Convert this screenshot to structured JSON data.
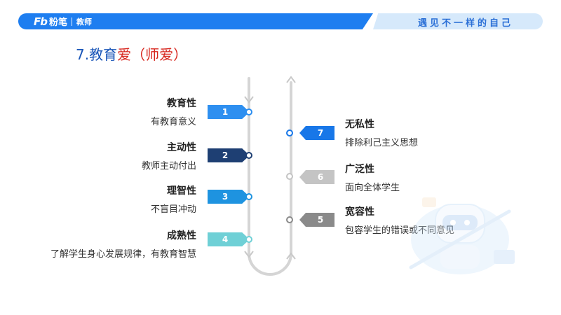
{
  "header": {
    "logo_mark": "Fb",
    "logo_name": "粉笔",
    "logo_sub": "教师",
    "slogan": "遇见不一样的自己"
  },
  "title": {
    "prefix": "7.教育",
    "highlight": "爱（师爱）"
  },
  "left_items": [
    {
      "number": "1",
      "name": "教育性",
      "desc": "有教育意义",
      "color": "#2e8ff0"
    },
    {
      "number": "2",
      "name": "主动性",
      "desc": "教师主动付出",
      "color": "#1e3f73"
    },
    {
      "number": "3",
      "name": "理智性",
      "desc": "不盲目冲动",
      "color": "#1e93e0"
    },
    {
      "number": "4",
      "name": "成熟性",
      "desc": "了解学生身心发展规律，有教育智慧",
      "color": "#6fd0d6"
    }
  ],
  "right_items": [
    {
      "number": "7",
      "name": "无私性",
      "desc": "排除利己主义思想",
      "color": "#1877e8"
    },
    {
      "number": "6",
      "name": "广泛性",
      "desc": "面向全体学生",
      "color": "#c4c4c4"
    },
    {
      "number": "5",
      "name": "宽容性",
      "desc": "包容学生的错误或不同意见",
      "color": "#8a8a8a"
    }
  ]
}
